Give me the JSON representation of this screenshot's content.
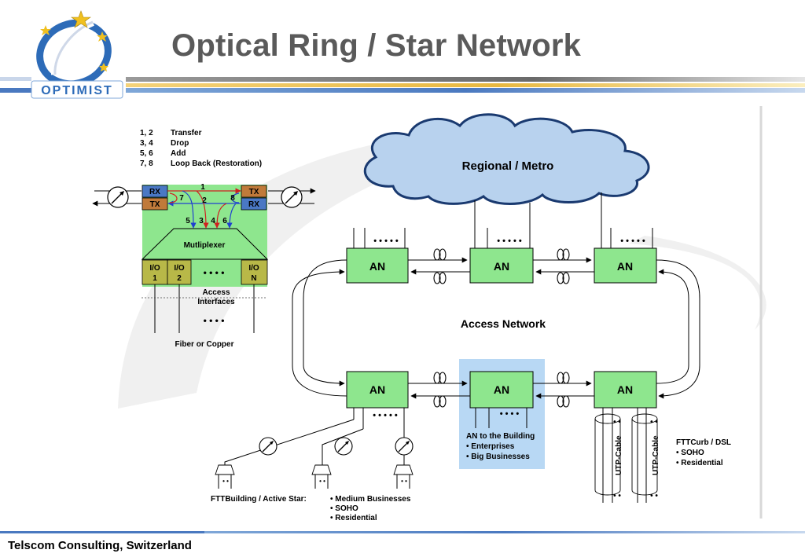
{
  "header": {
    "title": "Optical Ring / Star Network",
    "logo_text": "OPTIMIST"
  },
  "legend": {
    "rows": [
      {
        "nums": "1, 2",
        "label": "Transfer"
      },
      {
        "nums": "3, 4",
        "label": "Drop"
      },
      {
        "nums": "5, 6",
        "label": "Add"
      },
      {
        "nums": "7, 8",
        "label": "Loop Back (Restoration)"
      }
    ]
  },
  "node_detail": {
    "rx_left": "RX",
    "tx_left": "TX",
    "tx_right": "TX",
    "rx_right": "RX",
    "num_1": "1",
    "num_2": "2",
    "num_3": "3",
    "num_4": "4",
    "num_5": "5",
    "num_6": "6",
    "num_7": "7",
    "num_8": "8",
    "multiplexer": "Mutliplexer",
    "io1_a": "I/O",
    "io1_b": "1",
    "io2_a": "I/O",
    "io2_b": "2",
    "ion_a": "I/O",
    "ion_b": "N",
    "io_dots": "• • • •",
    "access_interfaces_1": "Access",
    "access_interfaces_2": "Interfaces",
    "lower_dots": "• • • •",
    "fiber_or_copper": "Fiber or Copper"
  },
  "network": {
    "cloud_label": "Regional / Metro",
    "an_label": "AN",
    "access_network": "Access Network",
    "dots": "• • • • •",
    "dots_short": "• • • •",
    "utp_label": "UTP-Cable",
    "utp_dots": "• •",
    "star_dots": "• •"
  },
  "captions": {
    "an_building_title": "AN to the Building",
    "an_building_1": "• Enterprises",
    "an_building_2": "• Big Businesses",
    "fttcurb_title": "FTTCurb / DSL",
    "fttcurb_1": "• SOHO",
    "fttcurb_2": "• Residential",
    "fttbuilding": "FTTBuilding / Active Star:",
    "fttbuilding_1": "• Medium Businesses",
    "fttbuilding_2": "• SOHO",
    "fttbuilding_3": "• Residential"
  },
  "footer": {
    "text": "Telscom Consulting, Switzerland"
  }
}
